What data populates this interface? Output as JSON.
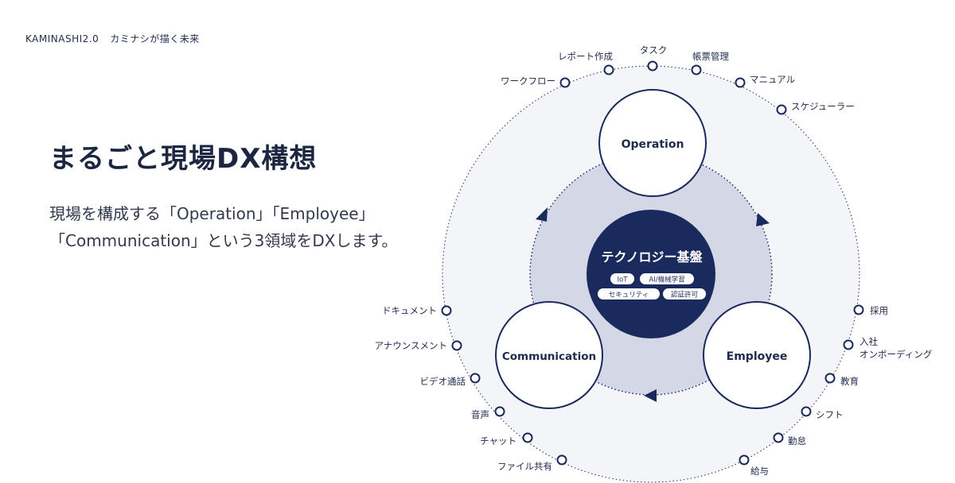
{
  "header": {
    "brand_version": "KAMINASHI2.0",
    "brand_tagline": "カミナシが描く未来"
  },
  "main": {
    "headline": "まるごと現場DX構想",
    "description_lines": [
      "現場を構成する「Operation」「Employee」",
      "「Communication」という3領域をDXします。"
    ]
  },
  "diagram": {
    "center": {
      "title": "テクノロジー基盤",
      "tags": [
        "IoT",
        "AI/機械学習",
        "セキュリティ",
        "認証許可"
      ]
    },
    "hubs": {
      "operation": "Operation",
      "employee": "Employee",
      "communication": "Communication"
    },
    "operation_items": [
      "ワークフロー",
      "レポート作成",
      "タスク",
      "帳票管理",
      "マニュアル",
      "スケジューラー"
    ],
    "communication_items": [
      "ドキュメント",
      "アナウンスメント",
      "ビデオ通話",
      "音声",
      "チャット",
      "ファイル共有"
    ],
    "employee_items": [
      "採用",
      "入社",
      "オンボーディング",
      "教育",
      "シフト",
      "勤怠",
      "給与"
    ],
    "colors": {
      "navy": "#1b2a5c",
      "inner_ring": "#d3d7e6",
      "outer_ring": "#f4f5f9",
      "text": "#1f2a4d"
    }
  }
}
